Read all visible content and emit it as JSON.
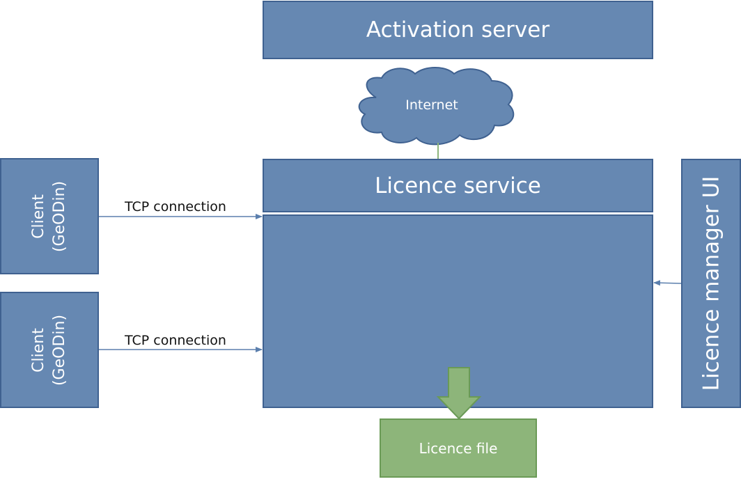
{
  "diagram": {
    "activation_server": "Activation server",
    "internet": "Internet",
    "licence_service": "Licence service",
    "client": {
      "line1": "Client",
      "line2": "(GeODin)"
    },
    "tcp_connection": "TCP connection",
    "licence_manager_ui": "Licence manager UI",
    "licence_file": "Licence file"
  },
  "colors": {
    "box_fill": "#6688b2",
    "box_border": "#3f6190",
    "file_fill": "#8db57a",
    "connector": "#5b7fad",
    "green_line": "#8db57a"
  }
}
